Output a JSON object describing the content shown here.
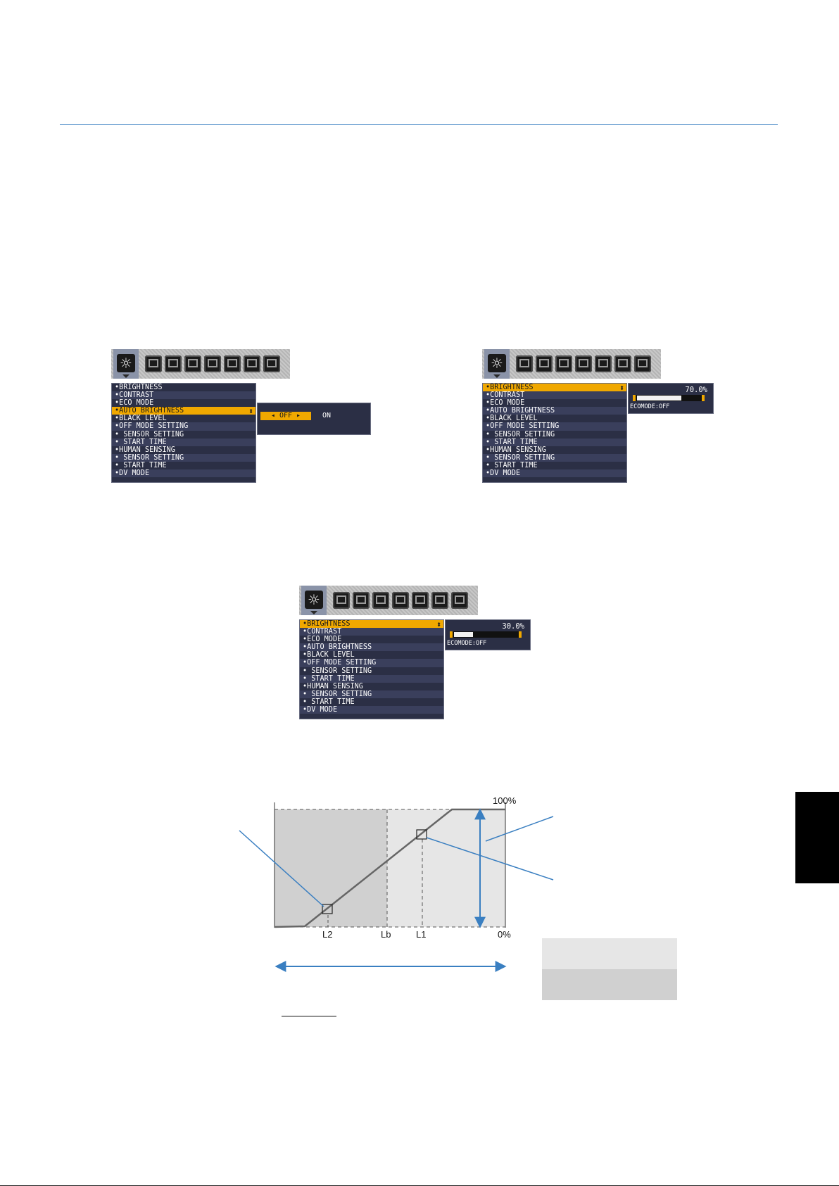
{
  "menu": {
    "items": [
      "BRIGHTNESS",
      "CONTRAST",
      "ECO MODE",
      "AUTO BRIGHTNESS",
      "BLACK LEVEL",
      "OFF MODE SETTING",
      " SENSOR SETTING",
      " START TIME",
      "HUMAN SENSING",
      " SENSOR SETTING",
      " START TIME",
      "DV MODE"
    ]
  },
  "osd_auto": {
    "active_index": 3,
    "option_selected": "OFF",
    "option_other": "ON"
  },
  "osd_bright70": {
    "active_index": 0,
    "percent_label": "70.0%",
    "level": 70,
    "eco_label": "ECOMODE:OFF"
  },
  "osd_bright30": {
    "active_index": 0,
    "percent_label": "30.0%",
    "level": 30,
    "eco_label": "ECOMODE:OFF"
  },
  "chart": {
    "label_100": "100%",
    "label_0": "0%",
    "x_labels": [
      "L2",
      "Lb",
      "L1"
    ]
  },
  "colors": {
    "rule": "#3a7fc1",
    "arrow": "#3a7fc1",
    "menu_bg": "#2b2f45",
    "menu_highlight": "#f0a800",
    "light_region": "#e6e6e6",
    "dark_region": "#d0d0d0"
  }
}
